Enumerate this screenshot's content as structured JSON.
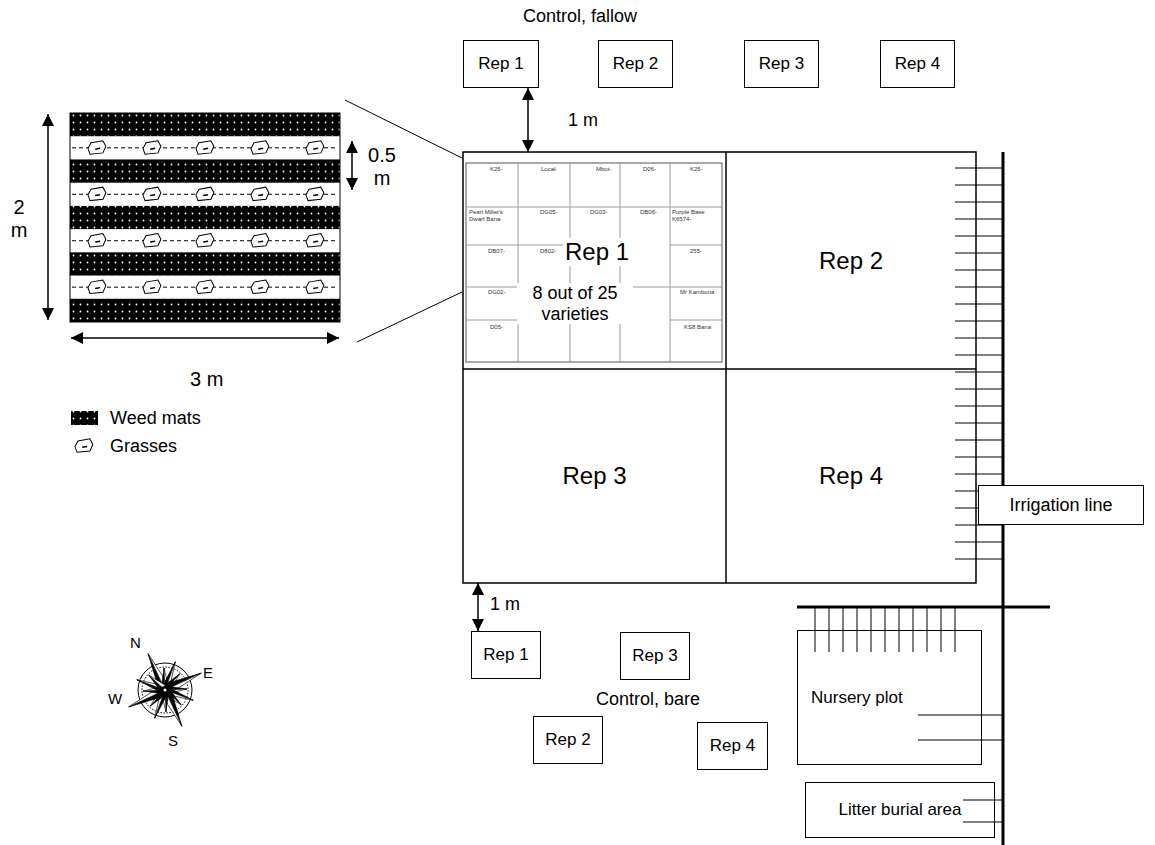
{
  "diagram": {
    "nodes": [
      {
        "text": [
          "Rep 1"
        ]
      },
      {
        "text": [
          "Rep 2"
        ]
      },
      {
        "text": [
          "Rep 3"
        ]
      },
      {
        "text": [
          "Rep 4"
        ]
      },
      {
        "text": [
          "Rep 1",
          "8 out of 25 varieties"
        ]
      },
      {
        "text": [
          "Rep 2"
        ]
      },
      {
        "text": [
          "Rep 3"
        ]
      },
      {
        "text": [
          "Rep 4"
        ]
      },
      {
        "text": [
          "Irrigation line"
        ]
      },
      {
        "text": [
          "Nursery plot"
        ]
      },
      {
        "text": [
          "Litter burial area"
        ]
      },
      {
        "text": [
          "Rep 1"
        ]
      },
      {
        "text": [
          "Rep 3"
        ]
      },
      {
        "text": [
          "Rep 2"
        ]
      },
      {
        "text": [
          "Rep 4"
        ]
      }
    ],
    "edges": [
      {
        "from": 0,
        "to": 4,
        "arrow": "both",
        "label": "1 m"
      },
      {
        "from": 6,
        "to": 11,
        "arrow": "both",
        "label": "1 m"
      }
    ],
    "labels": [
      "Control, fallow",
      "Control, bare",
      "2 m",
      "0.5 m",
      "3 m",
      "N",
      "E",
      "W",
      "S",
      "K26-",
      "Local-",
      "Mbot-",
      "D06-",
      "K26-",
      "Pearl Millet's Dwarf Bana",
      "DG05-",
      "DG03-",
      "DB06-",
      "Purple Base K6574-",
      "DB07-",
      "D802-",
      "255-",
      "DG02-",
      "Mr Kambona",
      "D05-",
      "KS8 Bana"
    ],
    "legend": [
      {
        "text": "Weed mats",
        "color": "#000000"
      },
      {
        "text": "Grasses"
      }
    ]
  }
}
